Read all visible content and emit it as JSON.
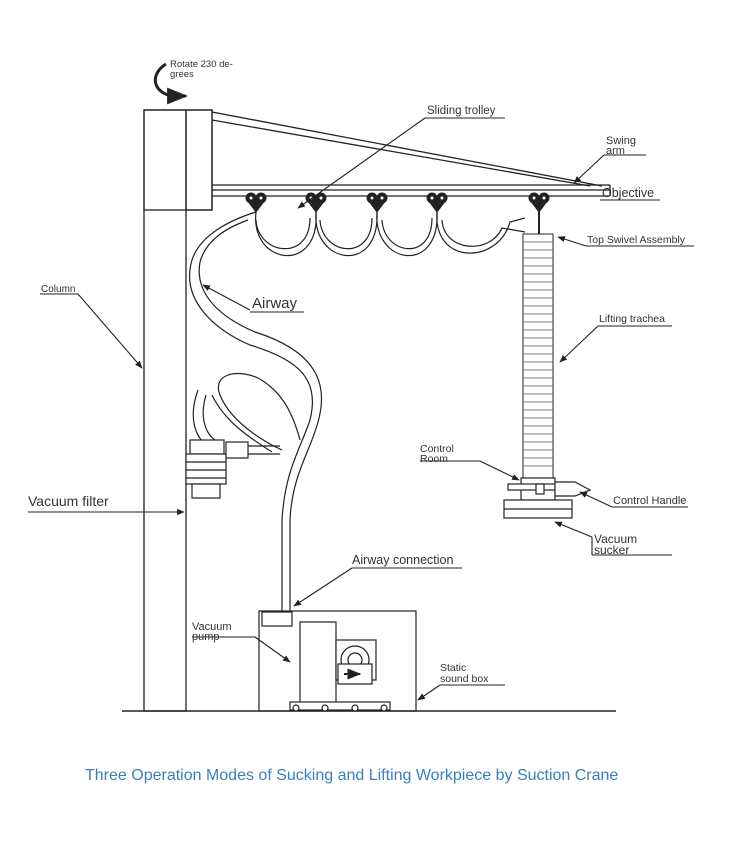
{
  "diagram": {
    "labels": {
      "rotate_line1": "Rotate 230 de-",
      "rotate_line2": "grees",
      "sliding_trolley": "Sliding trolley",
      "swing_arm_line1": "Swing",
      "swing_arm_line2": "arm",
      "objective": "Objective",
      "top_swivel": "Top Swivel Assembly",
      "column": "Column",
      "airway": "Airway",
      "lifting_trachea": "Lifting trachea",
      "control_room_line1": "Control",
      "control_room_line2": "Room",
      "control_handle": "Control Handle",
      "vacuum_filter": "Vacuum filter",
      "vacuum_sucker_line1": "Vacuum",
      "vacuum_sucker_line2": "sucker",
      "airway_connection": "Airway connection",
      "vacuum_pump_line1": "Vacuum",
      "vacuum_pump_line2": "pump",
      "static_box_line1": "Static",
      "static_box_line2": "sound box"
    },
    "caption": "Three Operation Modes of Sucking and Lifting Workpiece by Suction Crane"
  },
  "colors": {
    "line": "#222222",
    "caption": "#3a7fc1"
  }
}
